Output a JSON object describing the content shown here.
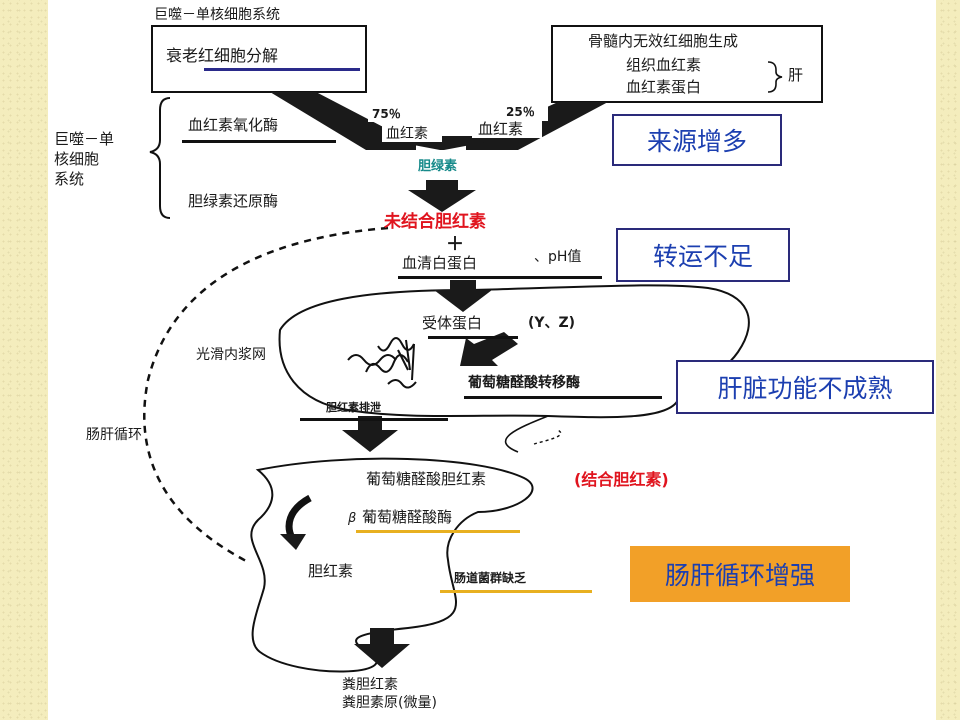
{
  "labels": {
    "mono_top": "巨噬－单核细胞系统",
    "senescent_rbc": "衰老红细胞分解",
    "marrow_line1": "骨髓内无效红细胞生成",
    "marrow_line2": "组织血红素",
    "marrow_line3": "血红素蛋白",
    "liver_brace_label": "肝",
    "pct_left": "75％",
    "pct_right": "25％",
    "heme_left": "血红素",
    "heme_right": "血红素",
    "mono_left_1": "巨噬－单",
    "mono_left_2": "核细胞",
    "mono_left_3": "系统",
    "heme_oxygenase": "血红素氧化酶",
    "biliverdin_reductase": "胆绿素还原酶",
    "biliverdin": "胆绿素",
    "unconjugated_bilirubin": "未结合胆红素",
    "plus": "＋",
    "albumin": "血清白蛋白",
    "ph_note": "、pH值",
    "receptor_protein": "受体蛋白",
    "yz": "(Y、Z)",
    "smooth_er": "光滑内浆网",
    "transferase": "葡萄糖醛酸转移酶",
    "bilirubin_excretion": "胆红素排泄",
    "enterohepatic": "肠肝循环",
    "glucuronide_bilirubin": "葡萄糖醛酸胆红素",
    "conjugated_note": "(结合胆红素)",
    "beta": "β",
    "beta_glucuronidase": "葡萄糖醛酸酶",
    "bilirubin": "胆红素",
    "gut_flora": "肠道菌群缺乏",
    "fecal_1": "粪胆红素",
    "fecal_2": "粪胆素原(微量)"
  },
  "callouts": {
    "increased_source": "来源增多",
    "insufficient_transport": "转运不足",
    "immature_liver": "肝脏功能不成熟",
    "enhanced_enterohepatic": "肠肝循环增强"
  },
  "colors": {
    "navy_underline": "#2a2a8a",
    "gold_underline": "#e8b020",
    "callout_orange": "#f2a028",
    "callout_text": "#1c3fb0",
    "red_text": "#e0141e"
  }
}
